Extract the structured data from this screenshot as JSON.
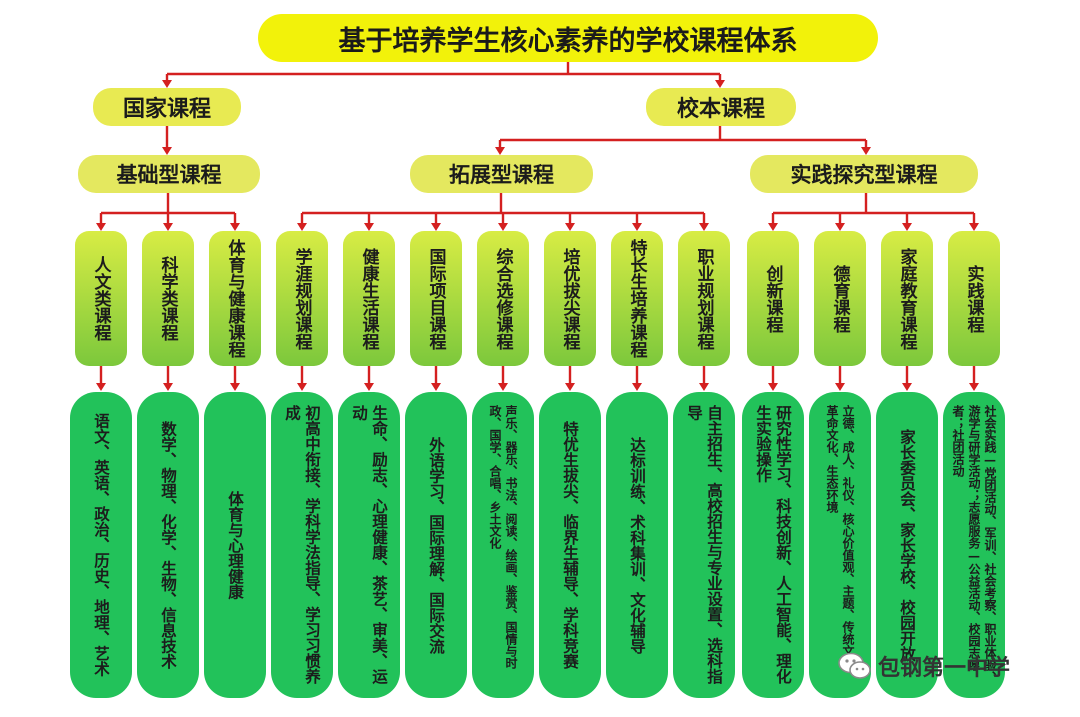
{
  "title": "基于培养学生核心素养的学校课程体系",
  "level1": [
    {
      "label": "国家课程"
    },
    {
      "label": "校本课程"
    }
  ],
  "level2": [
    {
      "label": "基础型课程"
    },
    {
      "label": "拓展型课程"
    },
    {
      "label": "实践探究型课程"
    }
  ],
  "columns": [
    {
      "label": "人文类课程",
      "detail": "语文、英语、政治、历史、地理、艺术"
    },
    {
      "label": "科学类课程",
      "detail": "数学、物理、化学、生物、信息技术"
    },
    {
      "label": "体育与健康课程",
      "detail": "体育与心理健康"
    },
    {
      "label": "学涯规划课程",
      "detail": "初高中衔接、学科学法指导、学习习惯养成"
    },
    {
      "label": "健康生活课程",
      "detail": "生命、励志、心理健康、茶艺、审美、运动"
    },
    {
      "label": "国际项目课程",
      "detail": "外语学习、国际理解、国际交流"
    },
    {
      "label": "综合选修课程",
      "detail": "声乐、器乐、书法、阅读、绘画、鉴赏、国情与时政、国学、合唱、乡土文化"
    },
    {
      "label": "培优拔尖课程",
      "detail": "特优生拔尖、临界生辅导、学科竞赛"
    },
    {
      "label": "特长生培养课程",
      "detail": "达标训练、术科集训、文化辅导"
    },
    {
      "label": "职业规划课程",
      "detail": "自主招生、高校招生与专业设置、选科指导"
    },
    {
      "label": "创新课程",
      "detail": "研究性学习、科技创新、人工智能、理化生实验操作"
    },
    {
      "label": "德育课程",
      "detail": "立德、成人、礼仪、核心价值观、主题、传统文化、革命文化、生态环境"
    },
    {
      "label": "家庭教育课程",
      "detail": "家长委员会、家长学校、校园开放"
    },
    {
      "label": "实践课程",
      "detail": "社会实践—党团活动、军训、社会考察、职业体验、游学与研学活动；志愿服务—公益活动、校园志愿者；社团活动"
    }
  ],
  "watermark": "包钢第一中学",
  "colors": {
    "title_bg": "#f2f20a",
    "pill_bg": "#e8ea52",
    "column_top": "#d8ec44",
    "column_bottom": "#7cc83c",
    "box_bg": "#22c25a",
    "connector": "#d42020"
  }
}
